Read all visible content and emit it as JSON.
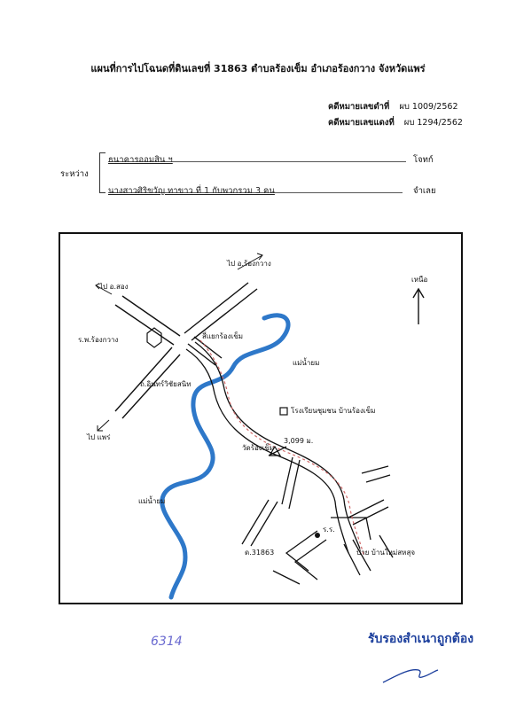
{
  "header": {
    "title": "แผนที่การไปโฉนดที่ดินเลขที่ 31863  ตำบลร้องเข็ม  อำเภอร้องกวาง  จังหวัดแพร่"
  },
  "case_numbers": {
    "black_label": "คดีหมายเลขดำที่",
    "black_value": "ผบ  1009/2562",
    "red_label": "คดีหมายเลขแดงที่",
    "red_value": "ผบ  1294/2562"
  },
  "parties": {
    "between_label": "ระหว่าง",
    "plaintiff_name": "ธนาคารออมสิน ฯ",
    "plaintiff_role": "โจทก์",
    "defendant_name": "นางสาวศิริขวัญ  ทาขาว ที่ 1 กับพวกรวม 3 คน",
    "defendant_role": "จำเลย"
  },
  "map": {
    "north_label": "เหนือ",
    "labels": {
      "to_ampur": "ไป อ.ร้องกวาง",
      "to_songs": "ไป อ.สอง",
      "hospital": "ร.พ.ร้องกวาง",
      "intersection": "สี่แยกร้องเข็ม",
      "river_top": "แม่น้ำยม",
      "school_road": "ถ.อินทร์วิชัยสนิท",
      "school": "โรงเรียนชุมชน บ้านร้องเข็ม",
      "to_phrae": "ไป แพร่",
      "temple": "วัดร้องเข็ม",
      "distance": "3,099 ม.",
      "river_bottom": "แม่น้ำยม",
      "plot": "ด.31863",
      "road_sign": "ร.ร.",
      "village_sign": "ป้าย บ้านใหม่สหสุจ"
    },
    "colors": {
      "river": "#2e78c9",
      "route": "#d06a6a",
      "ink": "#111111"
    }
  },
  "footer": {
    "handwritten_note": "6314",
    "certified_stamp": "รับรองสำเนาถูกต้อง"
  }
}
